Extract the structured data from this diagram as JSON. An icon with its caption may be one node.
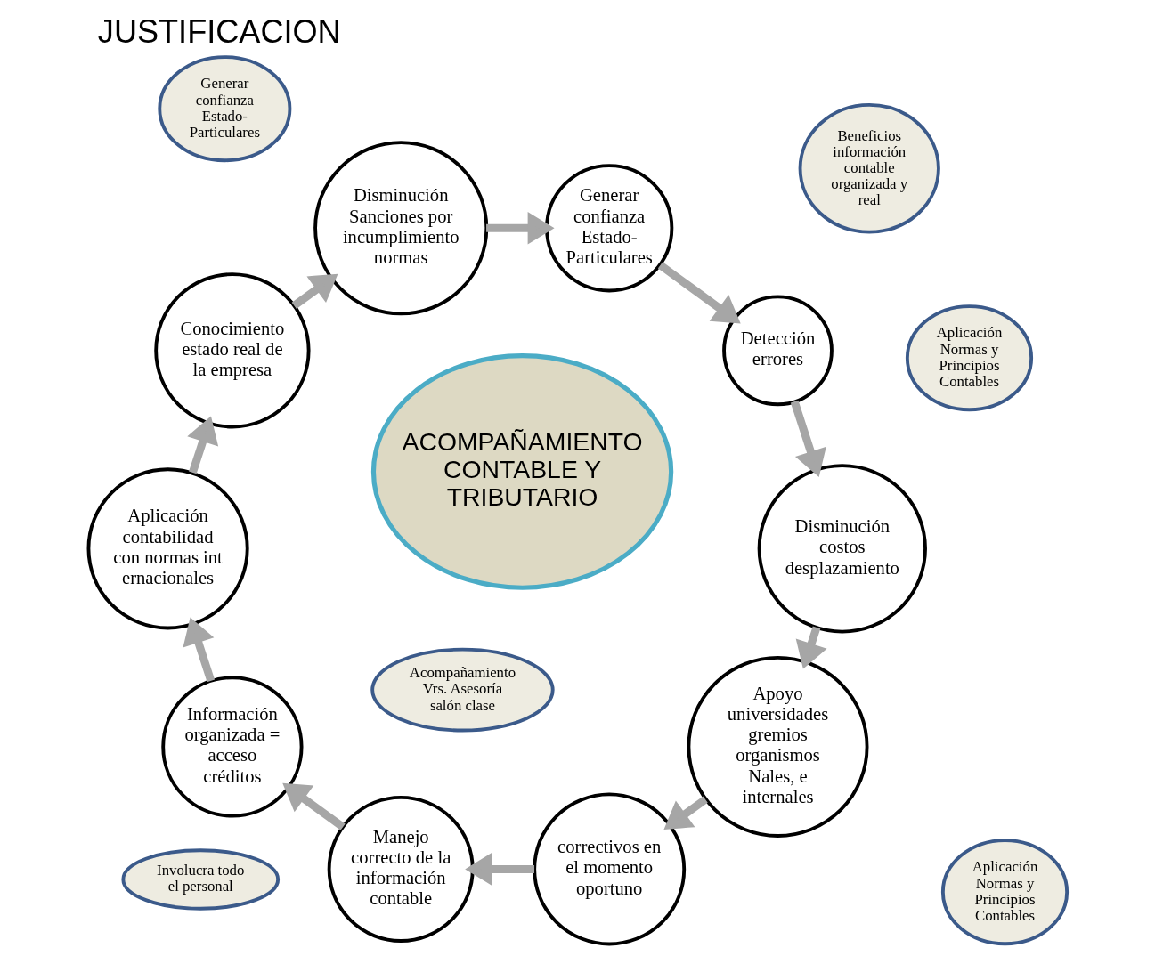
{
  "diagram": {
    "title": "JUSTIFICACION",
    "nodes": [
      {
        "text": [
          "Apoyo universidades gremios organismos Nales, e internales"
        ]
      },
      {
        "text": [
          "Disminución costos desplazamiento"
        ]
      },
      {
        "text": [
          "Generar confianza Estado-Particulares"
        ]
      },
      {
        "text": [
          "correctivos en el momento oportuno"
        ]
      },
      {
        "text": [
          "Aplicación Normas y Principios Contables"
        ]
      },
      {
        "text": [
          "Manejo correcto de la información contable"
        ]
      },
      {
        "text": [
          "Detección errores"
        ]
      },
      {
        "text": [
          "ACOMPAÑAMIENTO CONTABLE Y TRIBUTARIO"
        ]
      },
      {
        "text": [
          "Acompañamiento Vrs. Asesoría salón clase"
        ]
      },
      {
        "text": [
          "Involucra todo el personal"
        ]
      },
      {
        "text": [
          "Información organizada = acceso créditos"
        ]
      },
      {
        "text": [
          "Generar confianza Estado-Particulares"
        ]
      },
      {
        "text": [
          "Aplicación contabilidad con normas internacionales"
        ]
      },
      {
        "text": [
          "Aplicación Normas y Principios Contables"
        ]
      },
      {
        "text": [
          "Beneficios información contable organizada y real"
        ]
      },
      {
        "text": [
          "Disminución Sanciones por incumplimiento normas"
        ]
      },
      {
        "text": [
          "Conocimiento estado real de la empresa"
        ]
      }
    ],
    "edges": [
      {
        "from": 6,
        "to": 1,
        "arrow": "to"
      },
      {
        "from": 1,
        "to": 0,
        "arrow": "to"
      },
      {
        "from": 0,
        "to": 3,
        "arrow": "to"
      },
      {
        "from": 3,
        "to": 5,
        "arrow": "to"
      },
      {
        "from": 5,
        "to": 10,
        "arrow": "to"
      },
      {
        "from": 10,
        "to": 12,
        "arrow": "to"
      },
      {
        "from": 12,
        "to": 16,
        "arrow": "to"
      },
      {
        "from": 16,
        "to": 15,
        "arrow": "to"
      },
      {
        "from": 15,
        "to": 11,
        "arrow": "to"
      },
      {
        "from": 11,
        "to": 6,
        "arrow": "to"
      }
    ]
  }
}
